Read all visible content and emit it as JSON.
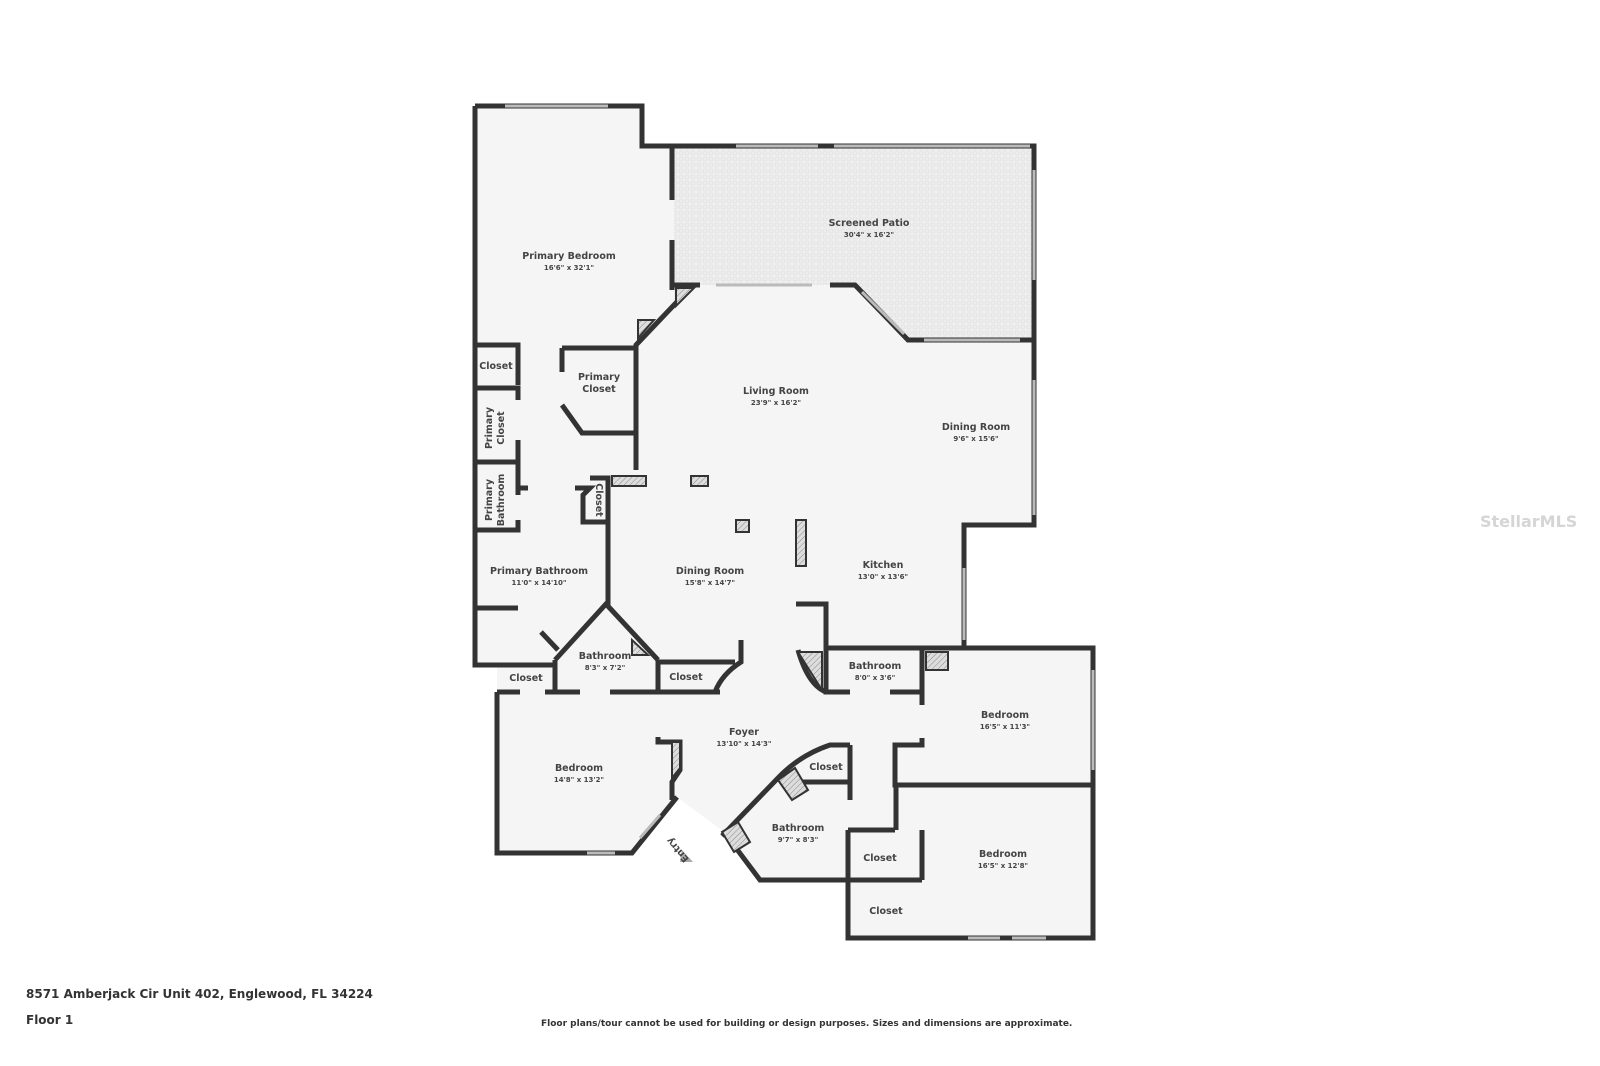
{
  "address": "8571 Amberjack Cir Unit 402, Englewood, FL 34224",
  "floor_label": "Floor 1",
  "disclaimer": "Floor plans/tour cannot be used for building or design purposes. Sizes and dimensions are approximate.",
  "watermark": "StellarMLS",
  "entry_label": "Entry",
  "colors": {
    "wall": "#333333",
    "floor": "#f5f5f5",
    "patio": "#ececec"
  },
  "rooms": [
    {
      "name": "Primary Bedroom",
      "dims": "16'6\" x 32'1\""
    },
    {
      "name": "Screened Patio",
      "dims": "30'4\" x 16'2\""
    },
    {
      "name": "Closet",
      "dims": ""
    },
    {
      "name": "Primary Closet",
      "dims": ""
    },
    {
      "name": "Primary Closet",
      "dims": ""
    },
    {
      "name": "Living Room",
      "dims": "23'9\" x 16'2\""
    },
    {
      "name": "Dining Room",
      "dims": "9'6\" x 15'6\""
    },
    {
      "name": "Primary Bathroom",
      "dims": ""
    },
    {
      "name": "Closet",
      "dims": ""
    },
    {
      "name": "Primary Bathroom",
      "dims": "11'0\" x 14'10\""
    },
    {
      "name": "Dining Room",
      "dims": "15'8\" x 14'7\""
    },
    {
      "name": "Kitchen",
      "dims": "13'0\" x 13'6\""
    },
    {
      "name": "Bathroom",
      "dims": "8'3\" x 7'2\""
    },
    {
      "name": "Closet",
      "dims": ""
    },
    {
      "name": "Closet",
      "dims": ""
    },
    {
      "name": "Bathroom",
      "dims": "8'0\" x 3'6\""
    },
    {
      "name": "Foyer",
      "dims": "13'10\" x 14'3\""
    },
    {
      "name": "Bedroom",
      "dims": "16'5\" x 11'3\""
    },
    {
      "name": "Bedroom",
      "dims": "14'8\" x 13'2\""
    },
    {
      "name": "Closet",
      "dims": ""
    },
    {
      "name": "Bathroom",
      "dims": "9'7\" x 8'3\""
    },
    {
      "name": "Closet",
      "dims": ""
    },
    {
      "name": "Bedroom",
      "dims": "16'5\" x 12'8\""
    },
    {
      "name": "Closet",
      "dims": ""
    }
  ]
}
